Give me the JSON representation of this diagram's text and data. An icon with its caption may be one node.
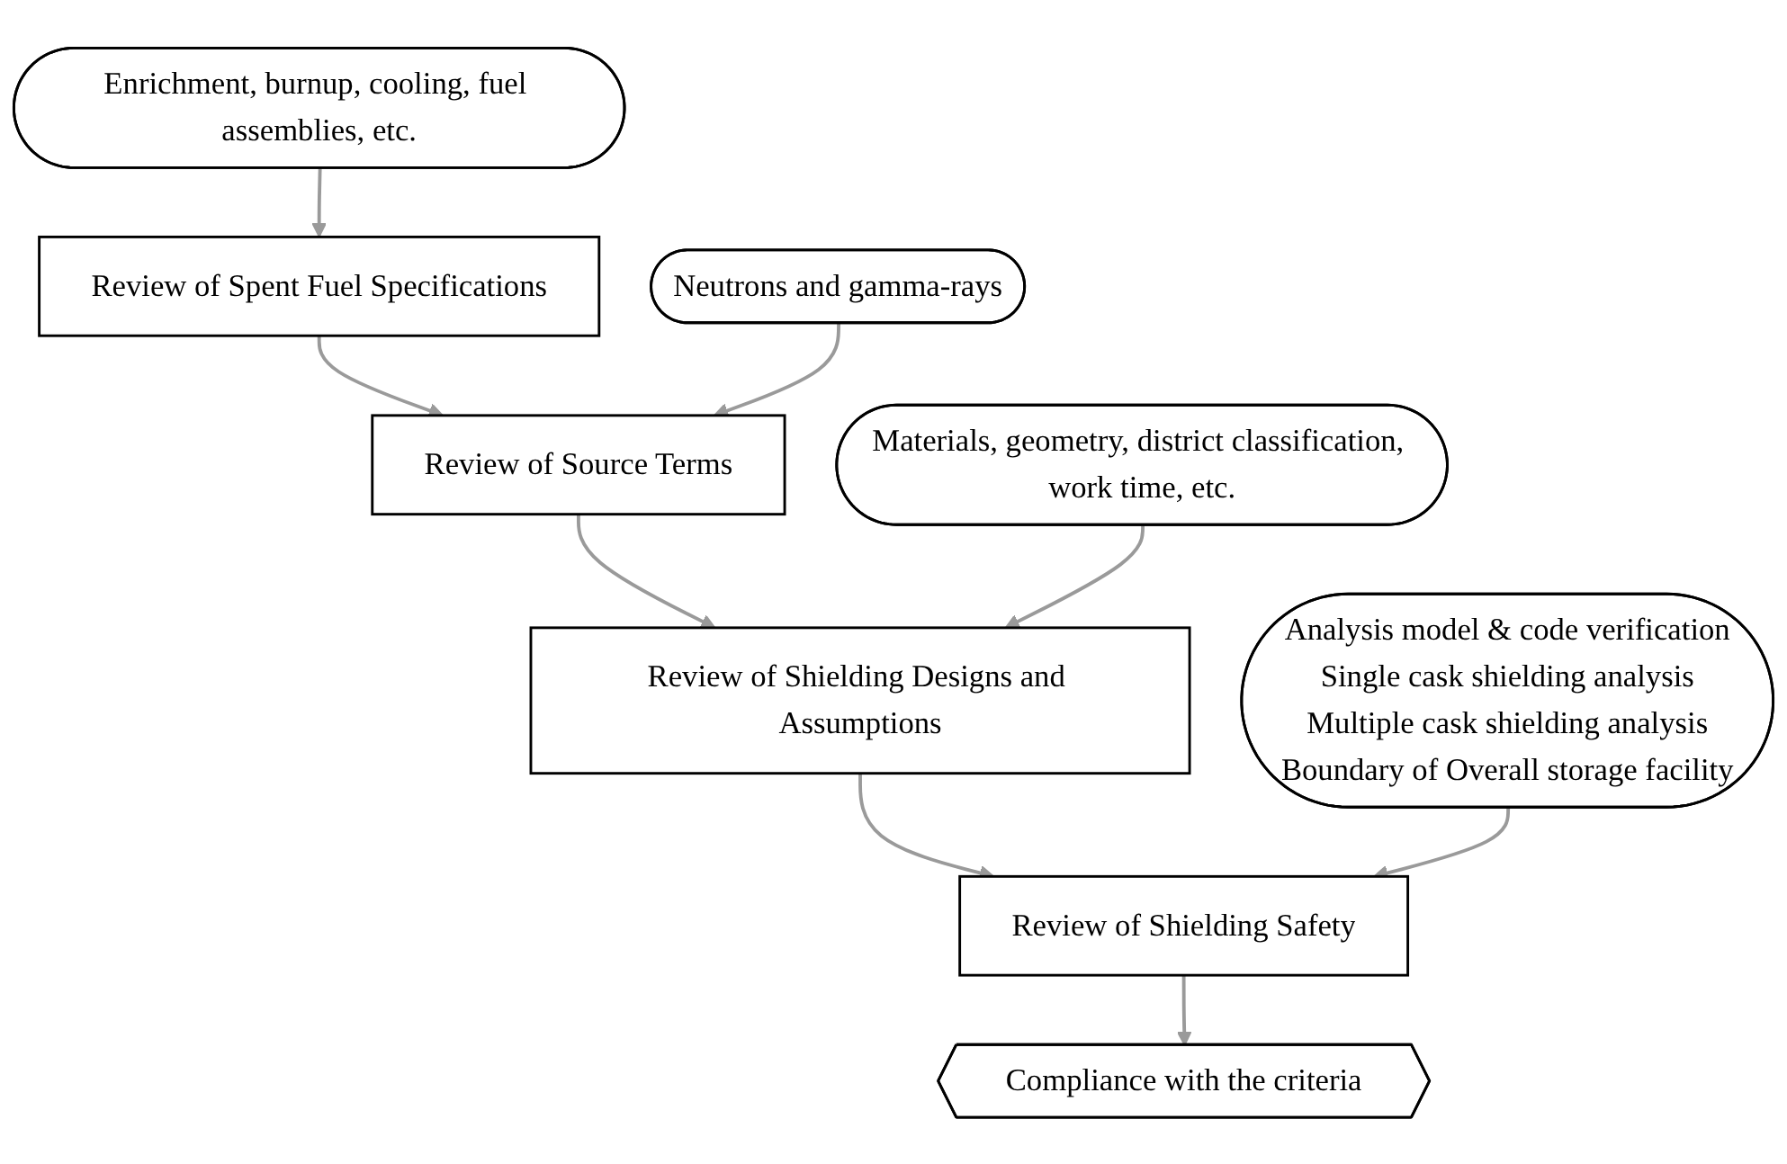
{
  "diagram": {
    "nodes": [
      {
        "text": [
          "Review of Spent Fuel Specifications"
        ]
      },
      {
        "text": [
          "Enrichment, burnup, cooling, fuel assemblies, etc."
        ]
      },
      {
        "text": [
          "Review of Source Terms"
        ]
      },
      {
        "text": [
          "Neutrons and gamma-rays"
        ]
      },
      {
        "text": [
          "Review of Shielding Designs and Assumptions"
        ]
      },
      {
        "text": [
          "Materials, geometry, district classification, work time, etc."
        ]
      },
      {
        "text": [
          "Review of Shielding Safety"
        ]
      },
      {
        "text": [
          "Analysis model & code verification",
          "Single cask shielding analysis",
          "Multiple cask shielding analysis",
          "Boundary of Overall storage facility"
        ]
      },
      {
        "text": [
          "Compliance with the criteria"
        ]
      }
    ],
    "edges": [
      {
        "from": 1,
        "to": 0,
        "arrow": "to"
      },
      {
        "from": 0,
        "to": 2,
        "arrow": "to"
      },
      {
        "from": 3,
        "to": 2,
        "arrow": "to"
      },
      {
        "from": 2,
        "to": 4,
        "arrow": "to"
      },
      {
        "from": 5,
        "to": 4,
        "arrow": "to"
      },
      {
        "from": 4,
        "to": 6,
        "arrow": "to"
      },
      {
        "from": 7,
        "to": 6,
        "arrow": "to"
      },
      {
        "from": 6,
        "to": 8,
        "arrow": "to"
      }
    ]
  }
}
